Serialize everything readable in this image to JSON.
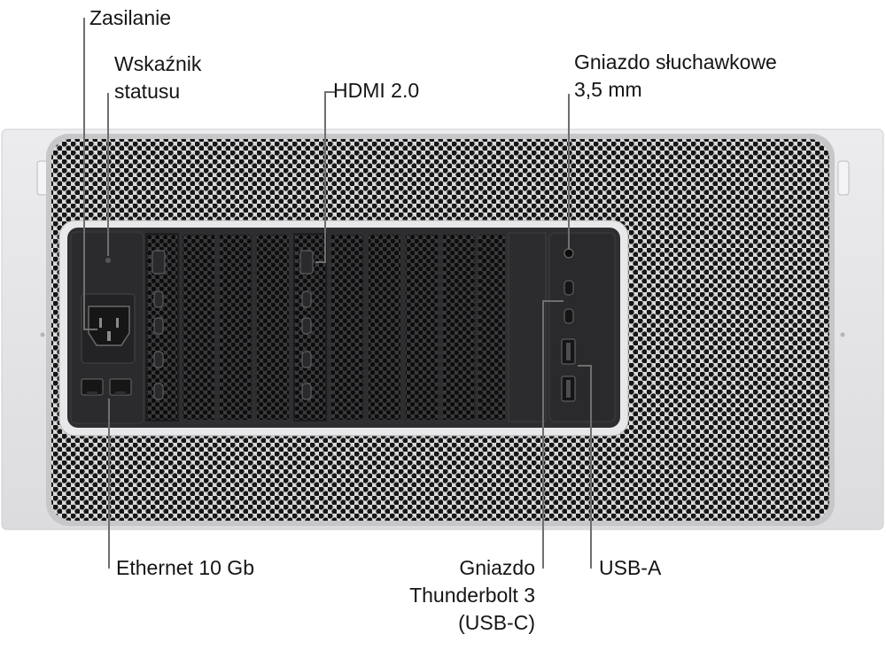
{
  "callouts": {
    "power": "Zasilanie",
    "status_indicator": [
      "Wskaźnik",
      "statusu"
    ],
    "hdmi": "HDMI 2.0",
    "headphone_jack": [
      "Gniazdo słuchawkowe",
      "3,5 mm"
    ],
    "ethernet": "Ethernet 10 Gb",
    "thunderbolt": [
      "Gniazdo",
      "Thunderbolt 3",
      "(USB-C)"
    ],
    "usb_a": "USB-A"
  },
  "colors": {
    "chassis": "#e3e3e5",
    "chassis_edge": "#c9c9cc",
    "grille": "#d6d6d8",
    "grille_hole": "#151515",
    "io_panel": "#2b2b2d",
    "slot_cover": "#1c1c1e",
    "leader_line": "#6f6f6f"
  }
}
